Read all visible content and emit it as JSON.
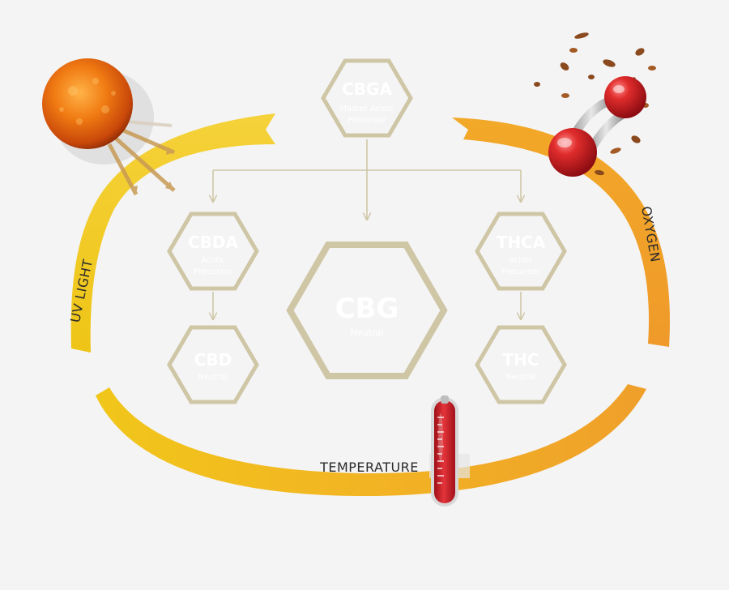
{
  "colors": {
    "background": "#f4f4f4",
    "hex_stroke": "#cfc6a6",
    "connector": "#cfc6a6",
    "band_yellow": "#f3cd1c",
    "band_orange": "#f0a22a",
    "hex_text": "#ffffff",
    "label_text": "#2a2a2a"
  },
  "nodes": {
    "cbga": {
      "title": "CBGA",
      "line1": "Master Acidic",
      "line2": "Precursor"
    },
    "cbda": {
      "title": "CBDA",
      "line1": "Acidic",
      "line2": "Precursor"
    },
    "thca": {
      "title": "THCA",
      "line1": "Acidic",
      "line2": "Precursor"
    },
    "cbg": {
      "title": "CBG",
      "line1": "Neutral"
    },
    "cbd": {
      "title": "CBD",
      "line1": "Neutral"
    },
    "thc": {
      "title": "THC",
      "line1": "Neutral"
    }
  },
  "bands": {
    "uv_light": "UV LIGHT",
    "oxygen": "OXYGEN",
    "temperature": "TEMPERATURE"
  },
  "icons": {
    "sun": "sun-icon",
    "molecule": "oxygen-molecule-icon",
    "thermometer": "thermometer-icon",
    "leaves": "leaves-icon"
  }
}
